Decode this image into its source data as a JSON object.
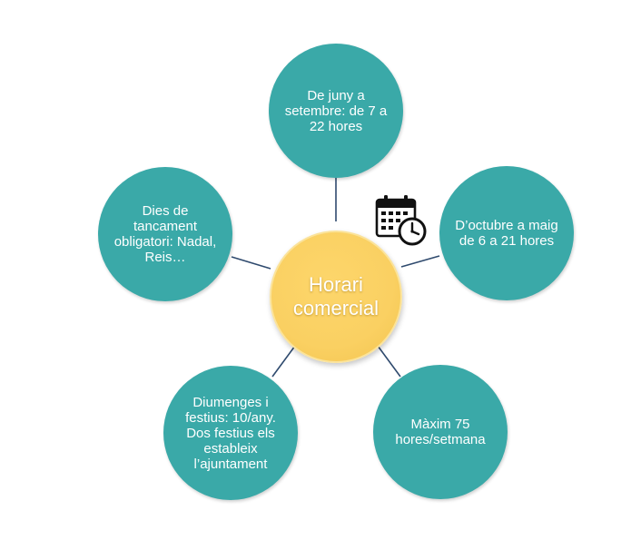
{
  "center": {
    "label": "Horari comercial"
  },
  "nodes": [
    {
      "label": "De juny a setembre: de 7 a 22 hores"
    },
    {
      "label": "D’octubre a maig de 6 a 21 hores"
    },
    {
      "label": "Màxim 75 hores/setmana"
    },
    {
      "label": "Diumenges i festius: 10/any. Dos festius els estableix l’ajuntament"
    },
    {
      "label": "Dies de tancament obligatori: Nadal, Reis…"
    }
  ],
  "icon": "calendar-clock-icon",
  "colors": {
    "node": "#3aa9a8",
    "center": "#fad062",
    "line": "#2f4a6e"
  }
}
